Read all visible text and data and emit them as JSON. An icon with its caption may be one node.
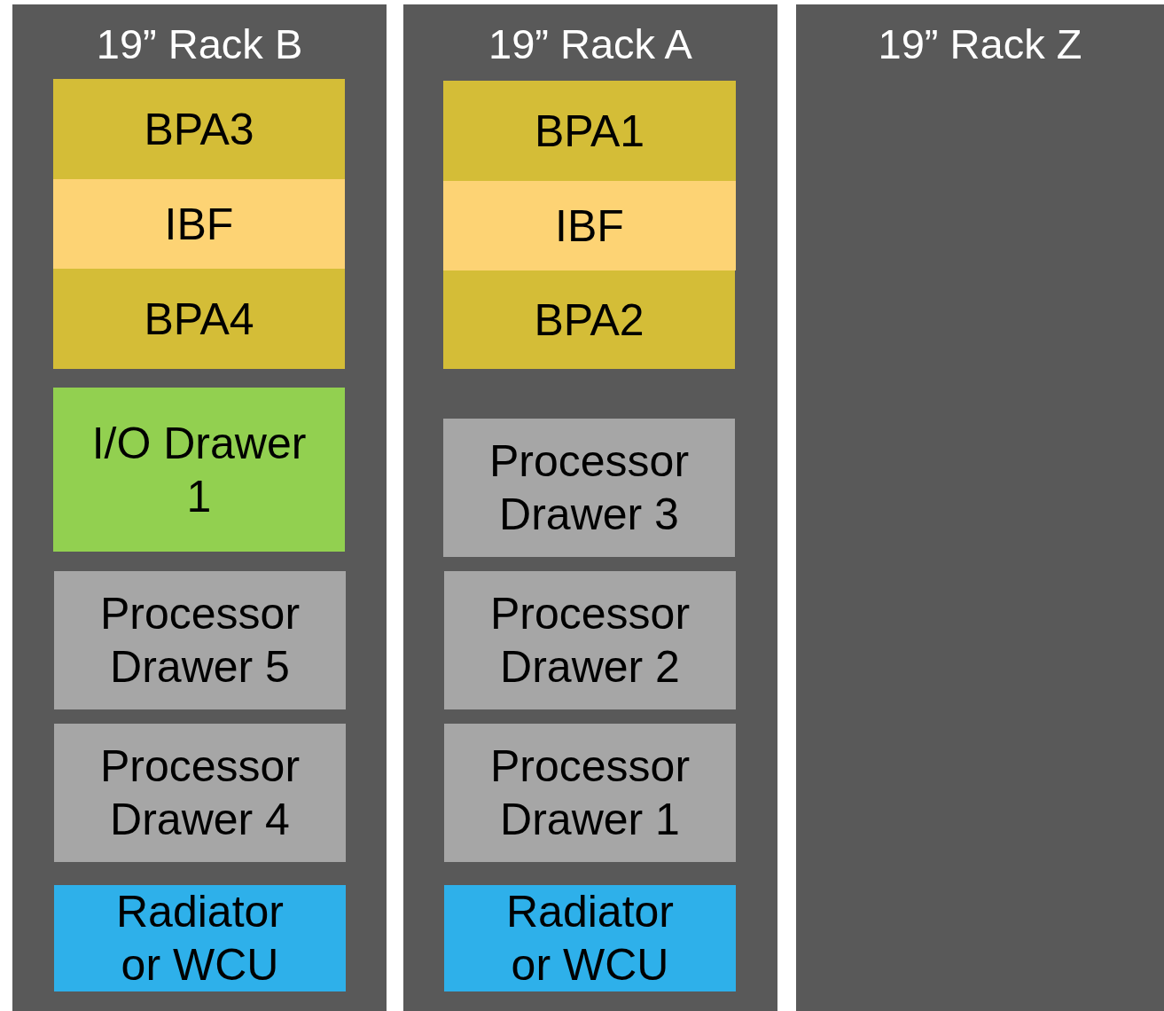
{
  "diagram": {
    "nodes": [
      {
        "text": [
          "19” Rack B"
        ]
      },
      {
        "text": [
          "BPA3"
        ],
        "in": 0
      },
      {
        "text": [
          "IBF"
        ],
        "in": 0
      },
      {
        "text": [
          "BPA4"
        ],
        "in": 0
      },
      {
        "text": [
          "I/O Drawer 1"
        ],
        "in": 0
      },
      {
        "text": [
          "Processor Drawer 5"
        ],
        "in": 0
      },
      {
        "text": [
          "Processor Drawer 4"
        ],
        "in": 0
      },
      {
        "text": [
          "Radiator or WCU"
        ],
        "in": 0
      },
      {
        "text": [
          "19” Rack A"
        ]
      },
      {
        "text": [
          "BPA1"
        ],
        "in": 8
      },
      {
        "text": [
          "IBF"
        ],
        "in": 8
      },
      {
        "text": [
          "BPA2"
        ],
        "in": 8
      },
      {
        "text": [
          "Processor Drawer 3"
        ],
        "in": 8
      },
      {
        "text": [
          "Processor Drawer 2"
        ],
        "in": 8
      },
      {
        "text": [
          "Processor Drawer 1"
        ],
        "in": 8
      },
      {
        "text": [
          "Radiator or WCU"
        ],
        "in": 8
      },
      {
        "text": [
          "19” Rack Z"
        ]
      }
    ]
  }
}
